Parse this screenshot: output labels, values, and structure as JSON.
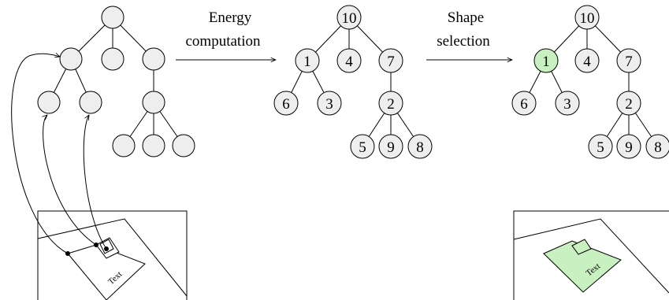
{
  "steps": {
    "step1": [
      "Energy",
      "computation"
    ],
    "step2": [
      "Shape",
      "selection"
    ]
  },
  "scored_tree": {
    "root": "10",
    "level1": [
      "1",
      "4",
      "7"
    ],
    "level2_left": [
      "6",
      "3"
    ],
    "level2_right": "2",
    "level3": [
      "5",
      "9",
      "8"
    ]
  },
  "selected_tree": {
    "root": "10",
    "level1": [
      "1",
      "4",
      "7"
    ],
    "level2_left": [
      "6",
      "3"
    ],
    "level2_right": "2",
    "level3": [
      "5",
      "9",
      "8"
    ],
    "highlight_color": "#c8f0c0"
  },
  "documents": {
    "left_text": "Text",
    "right_text": "Text"
  }
}
